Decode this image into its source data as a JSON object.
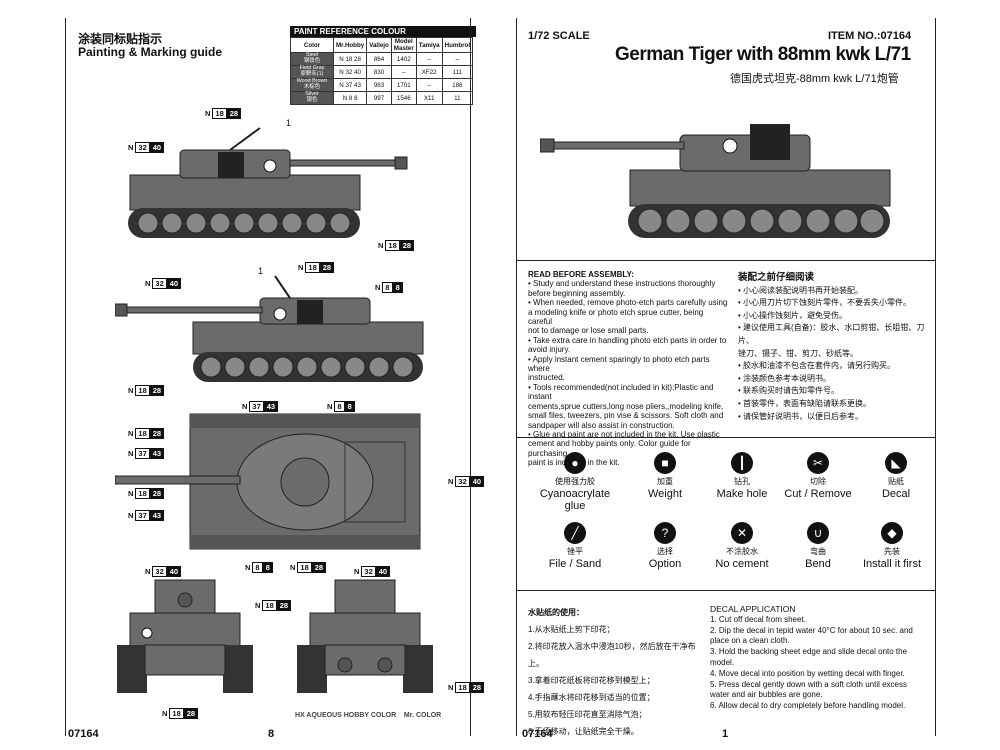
{
  "left": {
    "title_zh": "涂装同标贴指示",
    "title_en": "Painting & Marking guide",
    "paint_table": {
      "heading": "PAINT  REFERENCE COLOUR",
      "columns": [
        "Color",
        "Mr.Hobby",
        "Vallejo",
        "Model Master",
        "Tamiya",
        "Humbrol"
      ],
      "rows": [
        {
          "color_en": "Steel",
          "color_zh": "钢铁色",
          "mrhobby": "N 18 28",
          "vallejo": "864",
          "modelmaster": "1402",
          "tamiya": "–",
          "humbrol": "–"
        },
        {
          "color_en": "Field Gray",
          "color_zh": "原野灰(1)",
          "mrhobby": "N 32 40",
          "vallejo": "830",
          "modelmaster": "–",
          "tamiya": "XF22",
          "humbrol": "111"
        },
        {
          "color_en": "Wood Brown",
          "color_zh": "木棕色",
          "mrhobby": "N 37 43",
          "vallejo": "983",
          "modelmaster": "1701",
          "tamiya": "–",
          "humbrol": "186"
        },
        {
          "color_en": "Silver",
          "color_zh": "银色",
          "mrhobby": "N 8 8",
          "vallejo": "997",
          "modelmaster": "1546",
          "tamiya": "X11",
          "humbrol": "11"
        }
      ]
    },
    "tags": {
      "n18_28": {
        "n": "N",
        "a": "18",
        "b": "28"
      },
      "n32_40": {
        "n": "N",
        "a": "32",
        "b": "40"
      },
      "n8_8": {
        "n": "N",
        "a": "8",
        "b": "8"
      },
      "n37_43": {
        "n": "N",
        "a": "37",
        "b": "43"
      }
    },
    "callout": "1",
    "footer_brand": "HX AQUEOUS HOBBY COLOR",
    "footer_brand2": "Mr. COLOR",
    "item_code": "07164",
    "page_number": "8"
  },
  "right": {
    "scale": "1/72 SCALE",
    "item": "ITEM NO.:07164",
    "title_en": "German Tiger with 88mm kwk L/71",
    "title_zh": "德国虎式坦克-88mm kwk L/71炮管",
    "read_before_heading": "READ BEFORE ASSEMBLY:",
    "read_before_lines": [
      "• Study and understand these instructions thoroughly",
      "  before beginning assembly.",
      "• When needed, remove photo-etch parts carefully using",
      "  a modeling knife or photo etch sprue cutter, being careful",
      "  not to damage or lose small parts.",
      "• Take extra care in handling photo etch parts in order to",
      "  avoid injury.",
      "• Apply instant cement sparingly to photo etch parts where",
      "  instructed.",
      "• Tools recommended(not included in kit):Plastic and instant",
      "  cements,sprue cutters,long nose pliers,,modeling knife,",
      "  small files, tweezers, pin vise & scissors. Soft cloth and",
      "  sandpaper will also assist in construction.",
      "• Glue and paint are not included in the kit. Use plastic",
      "  cement and hobby paints only. Color guide for purchasing",
      "  paint is included in the kit."
    ],
    "zh_heading": "装配之前仔细阅读",
    "zh_lines": [
      "• 小心阅读装配说明书再开始装配。",
      "• 小心用刀片切下蚀刻片零件，不要丢失小零件。",
      "• 小心操作蚀刻片，避免受伤。",
      "• 建议使用工具(自备)：胶水、水口剪钳、长咀钳、刀片、",
      "  锉刀、镊子、钳、剪刀、砂纸等。",
      "• 胶水和油漆不包含在套件内，请另行购买。",
      "• 涂装颜色参考本说明书。",
      "• 联系购买时请告知零件号。",
      "• 首装零件，表面有缺陷请联系更换。",
      "• 请保管好说明书，以便日后参考。"
    ],
    "tools": [
      {
        "icon": "cyanoacrylate-glue-icon",
        "glyph": "●",
        "zh": "使用强力胶",
        "en": "Cyanoacrylate glue"
      },
      {
        "icon": "weight-icon",
        "glyph": "■",
        "zh": "加重",
        "en": "Weight"
      },
      {
        "icon": "drill-icon",
        "glyph": "┃",
        "zh": "钻孔",
        "en": "Make hole"
      },
      {
        "icon": "cut-remove-icon",
        "glyph": "✂",
        "zh": "切除",
        "en": "Cut / Remove"
      },
      {
        "icon": "decal-icon",
        "glyph": "◣",
        "zh": "贴纸",
        "en": "Decal"
      },
      {
        "icon": "file-sand-icon",
        "glyph": "╱",
        "zh": "锉平",
        "en": "File / Sand"
      },
      {
        "icon": "option-icon",
        "glyph": "?",
        "zh": "选择",
        "en": "Option"
      },
      {
        "icon": "no-cement-icon",
        "glyph": "✕",
        "zh": "不涂胶水",
        "en": "No cement"
      },
      {
        "icon": "bend-icon",
        "glyph": "∪",
        "zh": "弯曲",
        "en": "Bend"
      },
      {
        "icon": "install-first-icon",
        "glyph": "◆",
        "zh": "先装",
        "en": "Install it first"
      }
    ],
    "decal_zh_heading": "水贴纸的使用：",
    "decal_zh_lines": [
      "1.从水贴纸上剪下印花；",
      "2.将印花放入温水中浸泡10秒，然后放在干净布上。",
      "3.拿着印花纸板将印花移到模型上；",
      "4.手指蘸水将印花移到适当的位置；",
      "5.用软布轻压印花直至消除气泡；",
      "6.无须移动，让贴纸完全干燥。"
    ],
    "decal_en_heading": "DECAL APPLICATION",
    "decal_en_lines": [
      "1. Cut off decal from sheet.",
      "2. Dip the decal in tepid water 40°C for about 10 sec. and",
      "   place on a clean cloth.",
      "3. Hold the backing sheet edge and slide decal onto the",
      "   model.",
      "4. Move decal into position by wetting decal with finger.",
      "5. Press decal gently down with a soft cloth until excess",
      "   water and air bubbles are gone.",
      "6. Allow decal to dry completely before handling model."
    ],
    "item_code": "07164",
    "page_number": "1"
  },
  "colors": {
    "tank": "#6b6b6b",
    "track": "#333333",
    "ink": "#111111"
  }
}
